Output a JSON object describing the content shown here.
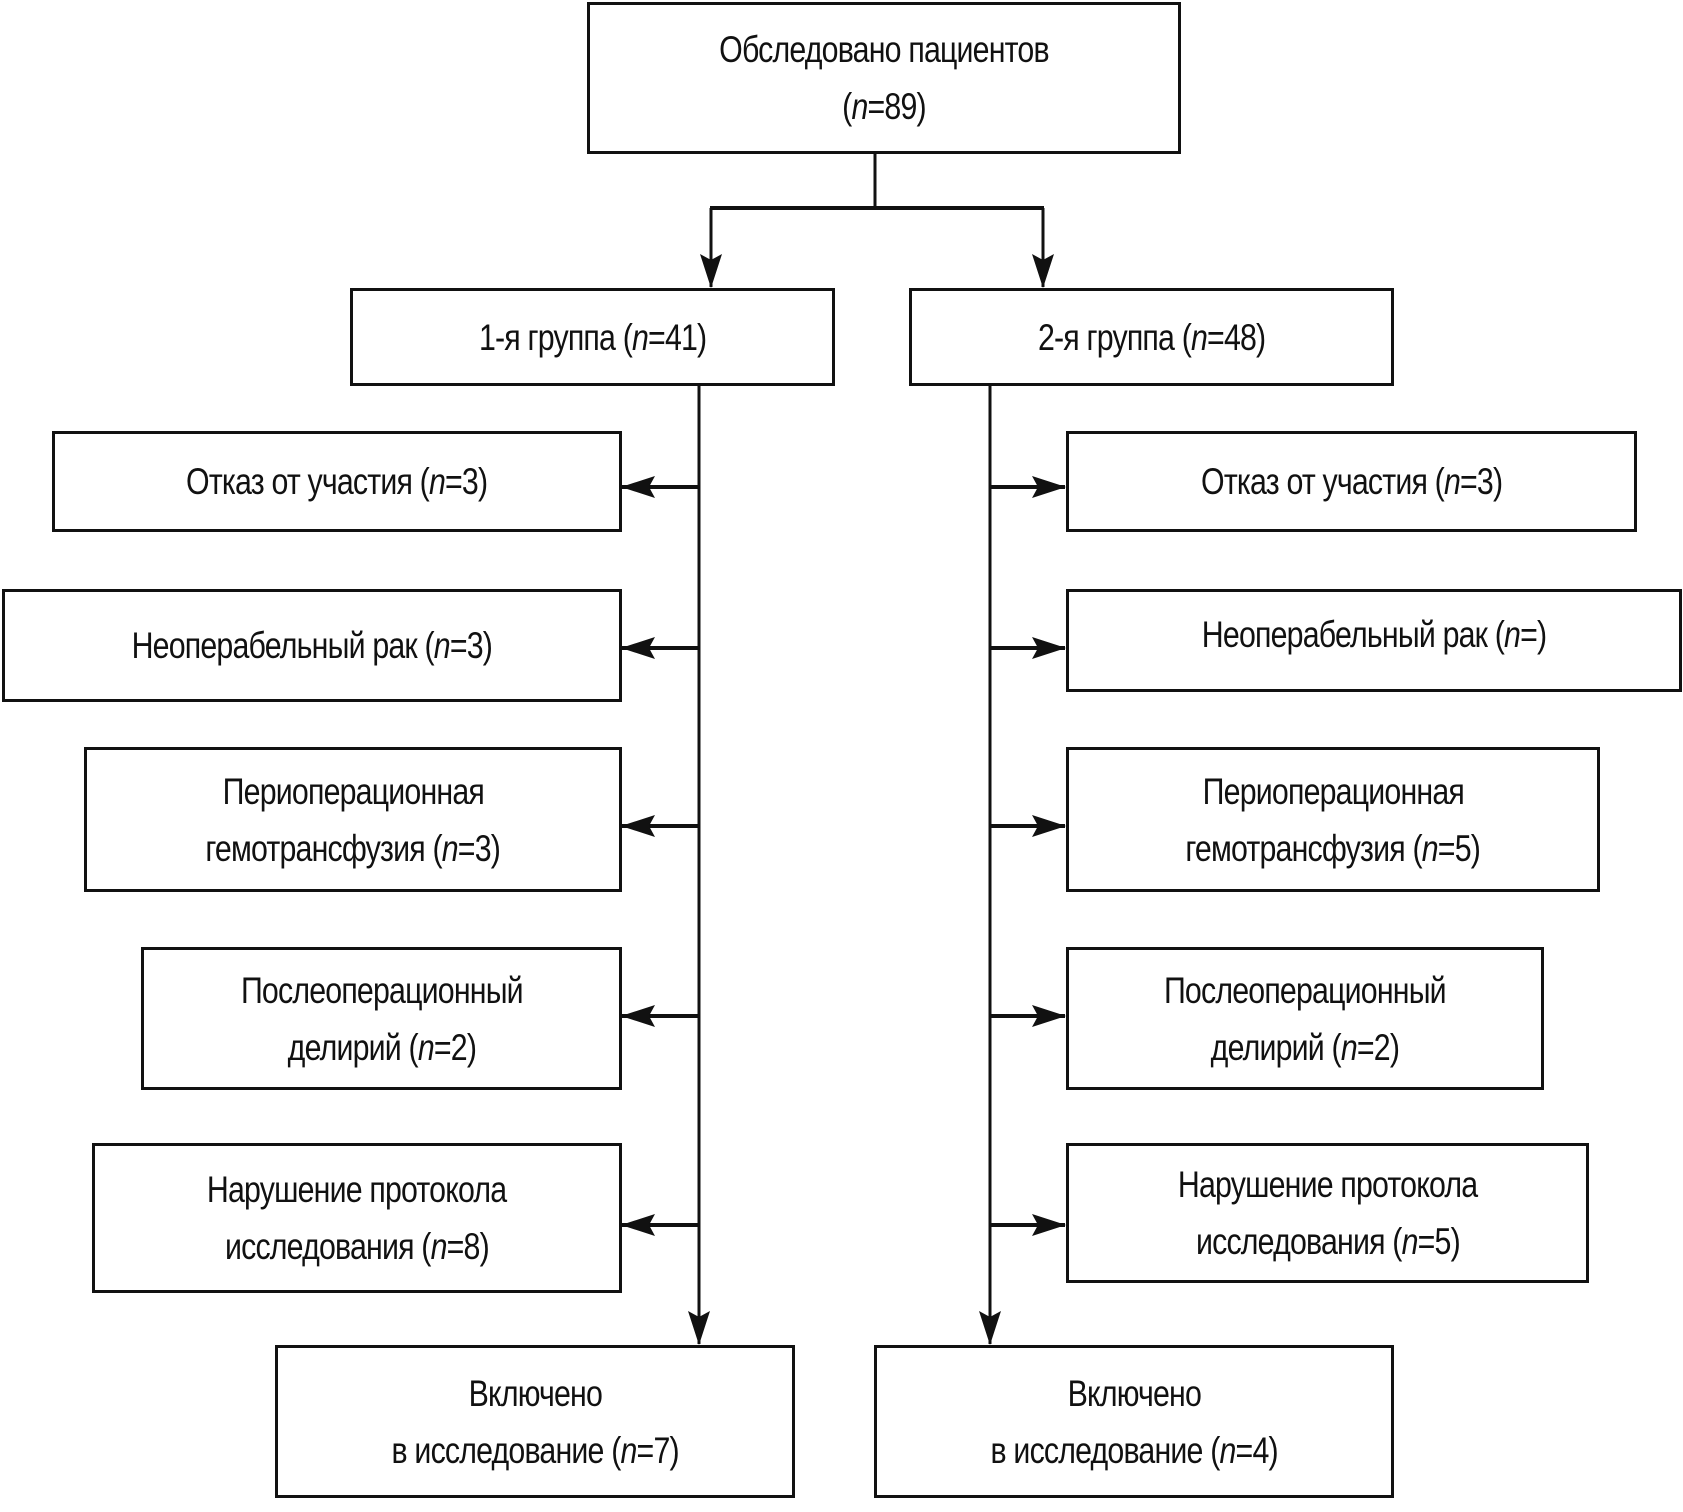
{
  "diagram": {
    "type": "flowchart",
    "top": {
      "lines": [
        [
          "Обследовано пациентов"
        ],
        [
          "(",
          "n",
          "=89)"
        ]
      ]
    },
    "groups": [
      {
        "title": [
          "1-я группа (",
          "n",
          "=41)"
        ],
        "exclusions": [
          {
            "lines": [
              [
                "Отказ от участия (",
                "n",
                "=3)"
              ]
            ]
          },
          {
            "lines": [
              [
                "Неоперабельный рак (",
                "n",
                "=3)"
              ]
            ]
          },
          {
            "lines": [
              [
                "Периоперационная"
              ],
              [
                "гемотрансфузия (",
                "n",
                "=3)"
              ]
            ]
          },
          {
            "lines": [
              [
                "Послеоперационный"
              ],
              [
                "делирий (",
                "n",
                "=2)"
              ]
            ]
          },
          {
            "lines": [
              [
                "Нарушение протокола"
              ],
              [
                "исследования (",
                "n",
                "=8)"
              ]
            ]
          }
        ],
        "included": {
          "lines": [
            [
              "Включено"
            ],
            [
              "в исследование (",
              "n",
              "=7)"
            ]
          ]
        }
      },
      {
        "title": [
          "2-я группа (",
          "n",
          "=48)"
        ],
        "exclusions": [
          {
            "lines": [
              [
                "Отказ от участия (",
                "n",
                "=3)"
              ]
            ]
          },
          {
            "lines": [
              [
                "Неоперабельный рак (",
                "n",
                "=)"
              ]
            ]
          },
          {
            "lines": [
              [
                "Периоперационная"
              ],
              [
                "гемотрансфузия (",
                "n",
                "=5)"
              ]
            ]
          },
          {
            "lines": [
              [
                "Послеоперационный"
              ],
              [
                "делирий (",
                "n",
                "=2)"
              ]
            ]
          },
          {
            "lines": [
              [
                "Нарушение протокола"
              ],
              [
                "исследования (",
                "n",
                "=5)"
              ]
            ]
          }
        ],
        "included": {
          "lines": [
            [
              "Включено"
            ],
            [
              "в исследование (",
              "n",
              "=4)"
            ]
          ]
        }
      }
    ]
  }
}
